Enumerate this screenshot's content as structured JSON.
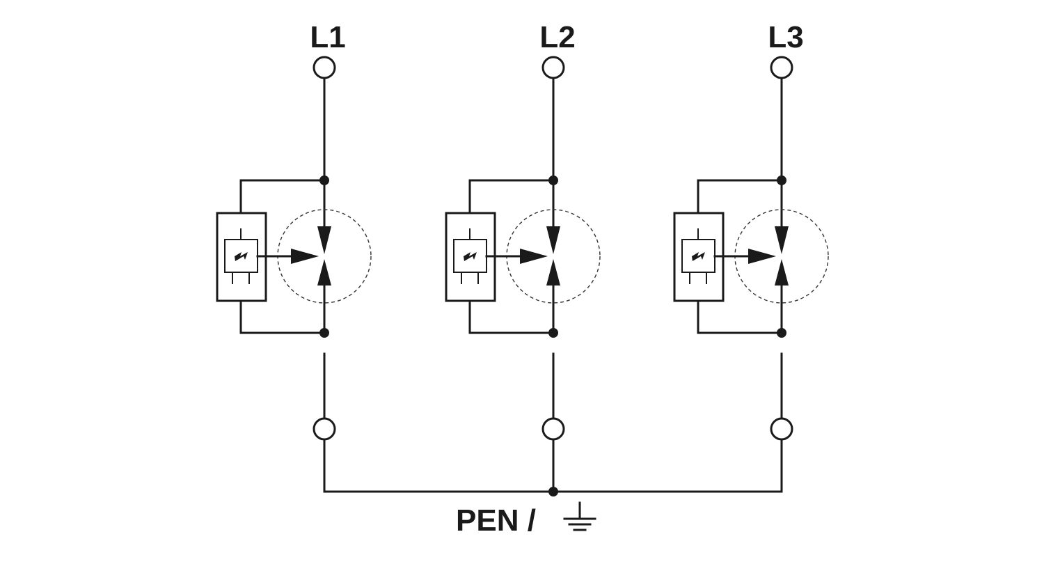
{
  "phases": [
    {
      "label": "L1"
    },
    {
      "label": "L2"
    },
    {
      "label": "L3"
    }
  ],
  "common": {
    "label": "PEN /",
    "ground_icon": "ground-icon"
  },
  "component_icons": [
    "surge-protection-device-icon",
    "lightning-icon",
    "spark-gap-icon"
  ],
  "colors": {
    "line": "#1a1a1a",
    "background": "#ffffff"
  }
}
